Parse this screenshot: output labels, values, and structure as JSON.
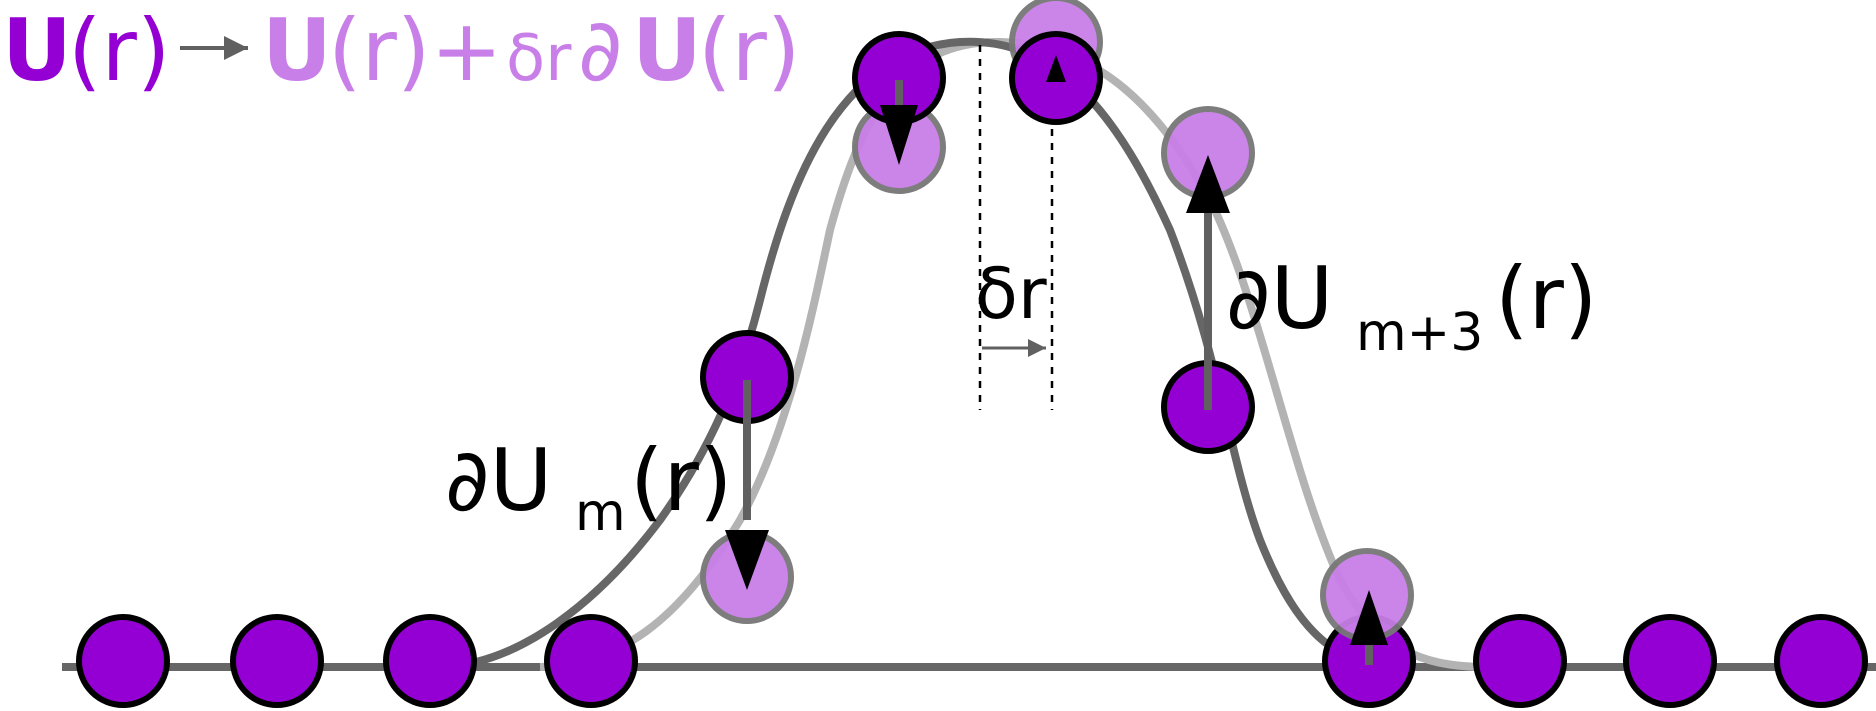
{
  "title": {
    "lhs_bold": "U",
    "lhs_arg": "(r)",
    "arrow": "→",
    "rhs_bold": "U",
    "rhs_arg": "(r)+",
    "delta_r": "δr",
    "partial": "∂",
    "rhs_bold2": "U",
    "rhs_arg2": "(r)"
  },
  "labels": {
    "du_m_main": "∂U",
    "du_m_sub": "m",
    "du_m_arg": "(r)",
    "du_m3_main": "∂U",
    "du_m3_sub": "m+3",
    "du_m3_arg": "(r)",
    "delta_r": "δr"
  },
  "colors": {
    "purple": "#9400d3",
    "light_purple": "#c97fe8",
    "dark_curve": "#666666",
    "light_curve": "#b3b3b3",
    "outline": "#000000",
    "outline_light": "#777777",
    "arrow": "#606060"
  },
  "icons": {
    "displacement_arrow": "arrow-icon",
    "shift_arrow": "right-arrow-icon"
  }
}
